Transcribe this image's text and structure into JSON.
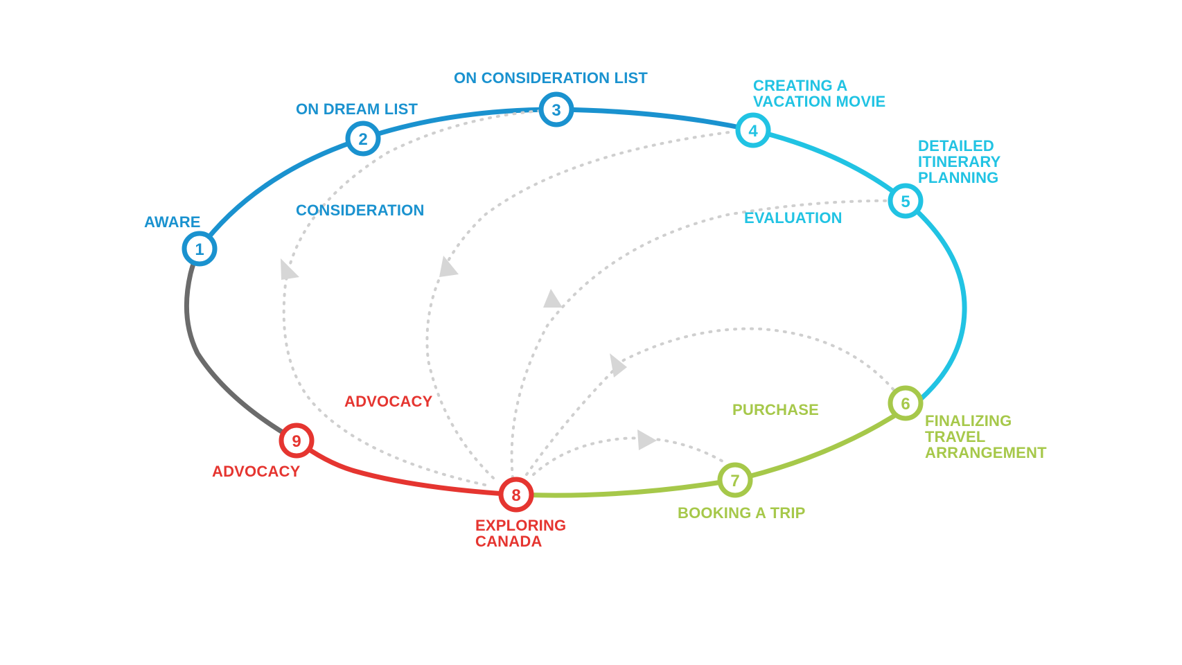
{
  "colors": {
    "blue": "#1a92cf",
    "cyan": "#21c3e3",
    "green": "#a6c84a",
    "red": "#e53530",
    "gray": "#6b6b6b",
    "dotted": "#cfcfcf",
    "arrow": "#d6d6d6"
  },
  "stages": [
    {
      "number": "1",
      "lines": [
        "AWARE"
      ]
    },
    {
      "number": "2",
      "lines": [
        "ON DREAM LIST"
      ]
    },
    {
      "number": "3",
      "lines": [
        "ON CONSIDERATION LIST"
      ]
    },
    {
      "number": "4",
      "lines": [
        "CREATING A",
        "VACATION MOVIE"
      ]
    },
    {
      "number": "5",
      "lines": [
        "DETAILED",
        "ITINERARY",
        "PLANNING"
      ]
    },
    {
      "number": "6",
      "lines": [
        "FINALIZING",
        "TRAVEL",
        "ARRANGEMENT"
      ]
    },
    {
      "number": "7",
      "lines": [
        "BOOKING A TRIP"
      ]
    },
    {
      "number": "8",
      "lines": [
        "EXPLORING",
        "CANADA"
      ]
    },
    {
      "number": "9",
      "lines": [
        "ADVOCACY"
      ]
    }
  ],
  "phases": {
    "consideration": "CONSIDERATION",
    "evaluation": "EVALUATION",
    "purchase": "PURCHASE",
    "advocacy_inner": "ADVOCACY"
  }
}
